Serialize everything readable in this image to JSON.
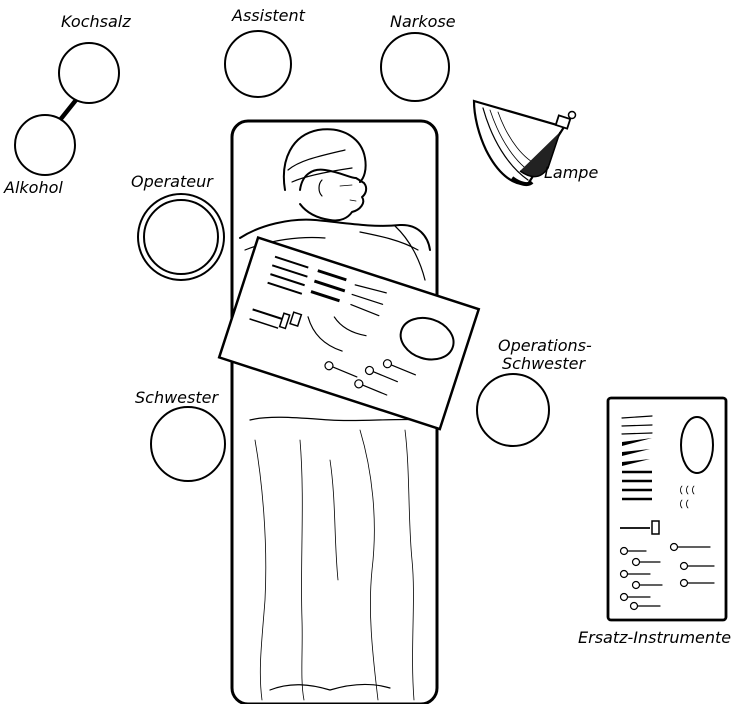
{
  "labels": {
    "kochsalz": "Kochsalz",
    "alkohol": "Alkohol",
    "assistent": "Assistent",
    "narkose": "Narkose",
    "lampe": "Lampe",
    "operateur": "Operateur",
    "operations_line1": "Operations-",
    "operations_line2": "Schwester",
    "schwester": "Schwester",
    "ersatz": "Ersatz-Instrumente"
  },
  "colors": {
    "ink": "#000000",
    "paper": "#ffffff"
  },
  "icons": {
    "lamp": "surgical-lamp-icon",
    "patient": "patient-figure",
    "instruments": "instrument-tray"
  }
}
